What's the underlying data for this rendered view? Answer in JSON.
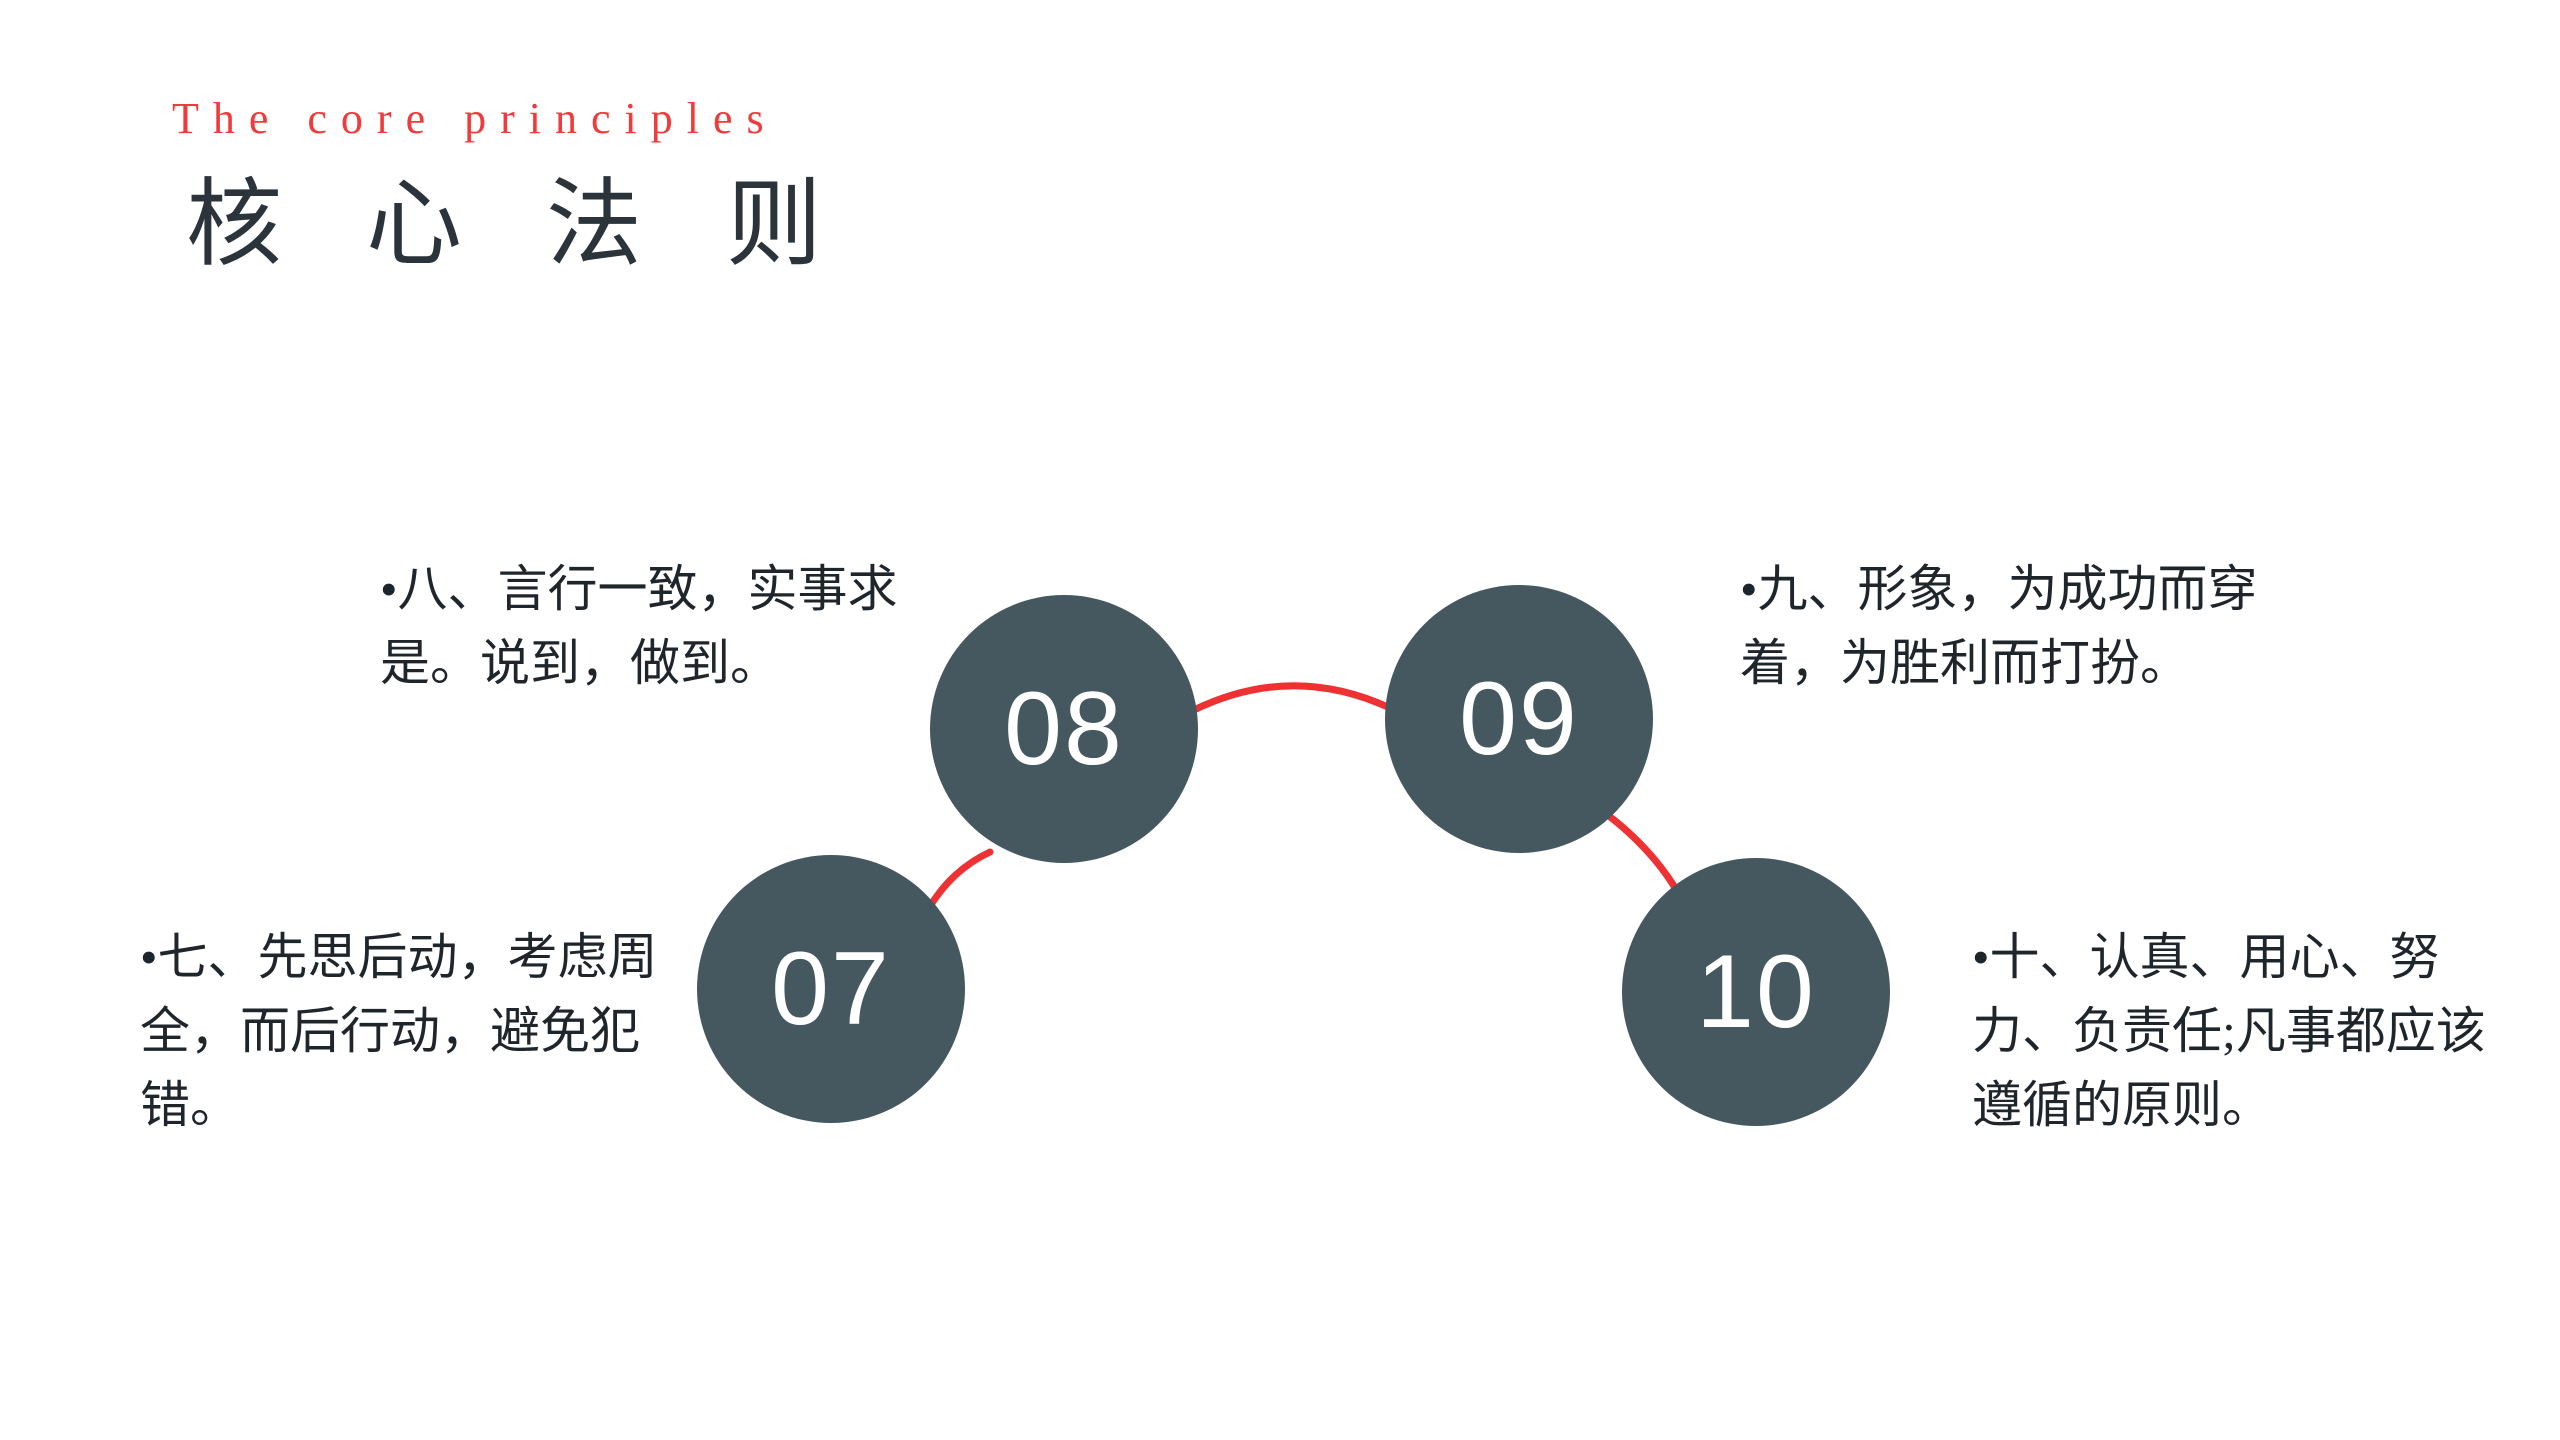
{
  "slide": {
    "background_color": "#ffffff",
    "header": {
      "subtitle_en": "The core principles",
      "subtitle_color": "#ef3b3b",
      "title_cn": "核 心 法 则",
      "title_color": "#2b343a"
    },
    "theme": {
      "node_fill": "#45585f",
      "node_number_color": "#ffffff",
      "connector_color": "#ee3233",
      "body_text_color": "#1f262b"
    },
    "nodes": [
      {
        "id": "07",
        "number": "07",
        "caption": "•七、先思后动，考虑周全，而后行动，避免犯错。",
        "position": "lower-left"
      },
      {
        "id": "08",
        "number": "08",
        "caption": "•八、言行一致，实事求是。说到，做到。",
        "position": "upper-left"
      },
      {
        "id": "09",
        "number": "09",
        "caption": "•九、形象，为成功而穿着，为胜利而打扮。",
        "position": "upper-right"
      },
      {
        "id": "10",
        "number": "10",
        "caption": "•十、认真、用心、努力、负责任;凡事都应该遵循的原则。",
        "position": "lower-right"
      }
    ],
    "connectors": [
      {
        "from": "07",
        "to": "08"
      },
      {
        "from": "08",
        "to": "09"
      },
      {
        "from": "09",
        "to": "10"
      }
    ]
  }
}
